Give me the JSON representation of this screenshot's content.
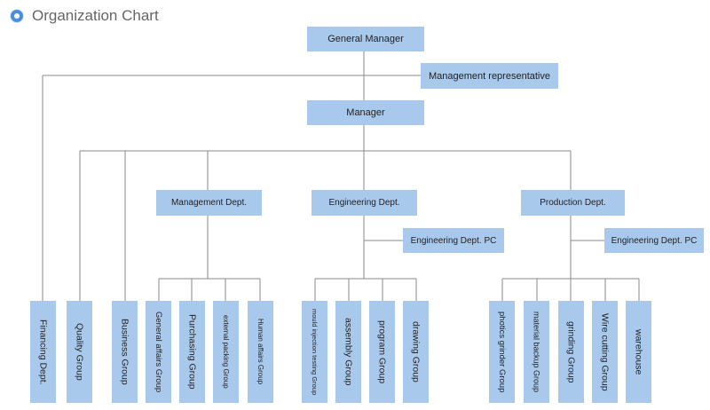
{
  "header": {
    "title": "Organization Chart"
  },
  "chart": {
    "general_manager": "General Manager",
    "management_representative": "Management representative",
    "manager": "Manager",
    "management_dept": "Management Dept.",
    "engineering_dept": "Engineering Dept.",
    "production_dept": "Production Dept.",
    "engineering_pc_1": "Engineering Dept.  PC",
    "engineering_pc_2": "Engineering Dept.  PC",
    "financing_dept": "Financing Dept.",
    "quality_group": "Quality Group",
    "business_group": "Business Group",
    "management_groups": [
      "General affairs Group",
      "Purchasing Group",
      "external packing Group",
      "Human affairs Group"
    ],
    "engineering_groups": [
      "mould injection testing Group",
      "assembly Group",
      "program Group",
      "drawing Group"
    ],
    "production_groups": [
      "photics grinder Group",
      "material backup Group",
      "grinding Group",
      "Wire cutting Group",
      "warehouse"
    ]
  }
}
